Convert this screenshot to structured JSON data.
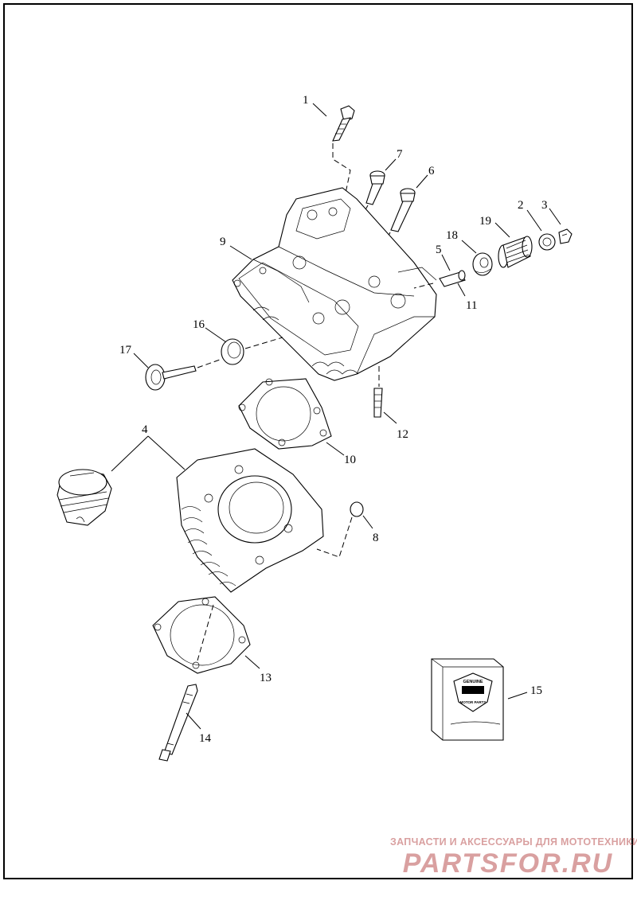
{
  "callouts": {
    "c1": "1",
    "c2": "2",
    "c3": "3",
    "c4": "4",
    "c5": "5",
    "c6": "6",
    "c7": "7",
    "c8": "8",
    "c9": "9",
    "c10": "10",
    "c11": "11",
    "c12": "12",
    "c13": "13",
    "c14": "14",
    "c15": "15",
    "c16": "16",
    "c17": "17",
    "c18": "18",
    "c19": "19"
  },
  "badge": {
    "top": "GENUINE",
    "bottom": "MOTOR PARTS"
  },
  "watermark": {
    "caption": "ЗАПЧАСТИ И АКСЕССУАРЫ ДЛЯ МОТОТЕХНИКИ",
    "logo": "PARTSFOR.RU",
    "color": "#d9a0a0"
  }
}
